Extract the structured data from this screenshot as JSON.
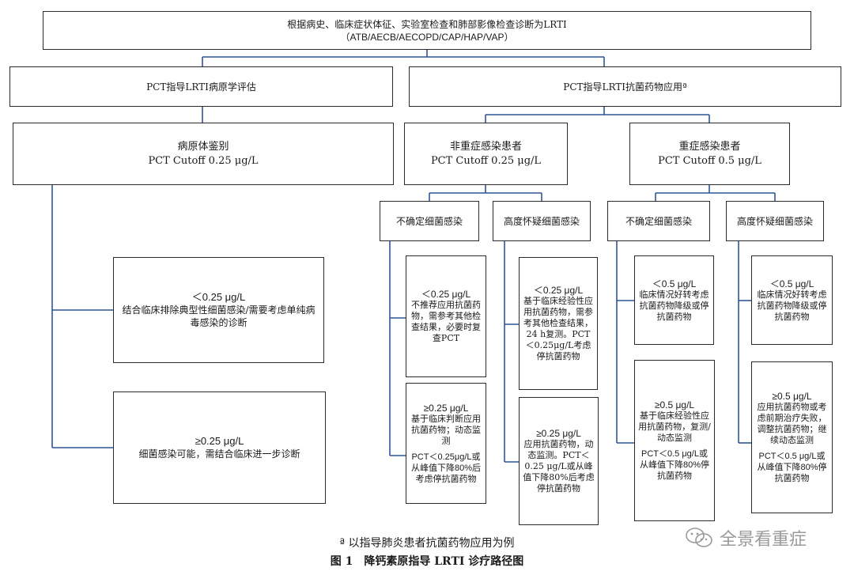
{
  "top": {
    "line1": "根据病史、临床症状体征、实验室检查和肺部影像检查诊断为LRTI",
    "line2": "（ATB/AECB/AECOPD/CAP/HAP/VAP）"
  },
  "left_branch": {
    "title": "PCT指导LRTI病原学评估",
    "identify": {
      "title": "病原体鉴别",
      "cutoff": "PCT Cutoff 0.25 μg/L"
    },
    "low": {
      "threshold": "＜0.25 μg/L",
      "text": "结合临床排除典型性细菌感染/需要考虑单纯病毒感染的诊断"
    },
    "high": {
      "threshold": "≥0.25 μg/L",
      "text": "细菌感染可能，需结合临床进一步诊断"
    }
  },
  "right_branch": {
    "title": "PCT指导LRTI抗菌药物应用ª",
    "nonsevere": {
      "title": "非重症感染患者",
      "cutoff": "PCT Cutoff 0.25 μg/L",
      "uncertain": {
        "label": "不确定细菌感染",
        "low": {
          "threshold": "＜0.25 μg/L",
          "text": "不推荐应用抗菌药物，需参考其他检查结果，必要时复查PCT"
        },
        "high": {
          "threshold": "≥0.25 μg/L",
          "text": "基于临床判断应用抗菌药物；动态监测",
          "extra": "PCT＜0.25μg/L或从峰值下降80%后考虑停抗菌药物"
        }
      },
      "suspected": {
        "label": "高度怀疑细菌感染",
        "low": {
          "threshold": "＜0.25 μg/L",
          "text": "基于临床经验性应用抗菌药物，需参考其他检查结果，24 h复测。PCT＜0.25μg/L考虑停抗菌药物"
        },
        "high": {
          "threshold": "≥0.25 μg/L",
          "text": "应用抗菌药物，动态监测。PCT＜0.25 μg/L或从峰值下降80%后考虑停抗菌药物"
        }
      }
    },
    "severe": {
      "title": "重症感染患者",
      "cutoff": "PCT Cutoff 0.5 μg/L",
      "uncertain": {
        "label": "不确定细菌感染",
        "low": {
          "threshold": "＜0.5 μg/L",
          "text": "临床情况好转考虑抗菌药物降级或停抗菌药物"
        },
        "high": {
          "threshold": "≥0.5 μg/L",
          "text": "基于临床经验性应用抗菌药物，复测/动态监测",
          "extra": "PCT＜0.5 μg/L或从峰值下降80%停抗菌药物"
        }
      },
      "suspected": {
        "label": "高度怀疑细菌感染",
        "low": {
          "threshold": "＜0.5 μg/L",
          "text": "临床情况好转考虑抗菌药物降级或停抗菌药物"
        },
        "high": {
          "threshold": "≥0.5 μg/L",
          "text": "应用抗菌药物或考虑前期治疗失败，调整抗菌药物；继续动态监测",
          "extra": "PCT＜0.5 μg/L或从峰值下降80%停抗菌药物"
        }
      }
    }
  },
  "footnote": "ª 以指导肺炎患者抗菌药物应用为例",
  "caption": "图 1　降钙素原指导 LRTI 诊疗路径图",
  "watermark": "全景看重症",
  "colors": {
    "connector": "#2f5597",
    "border": "#2b2b2b",
    "watermark": "#9a9a9a"
  },
  "icons": {
    "watermark": "wechat-icon"
  }
}
